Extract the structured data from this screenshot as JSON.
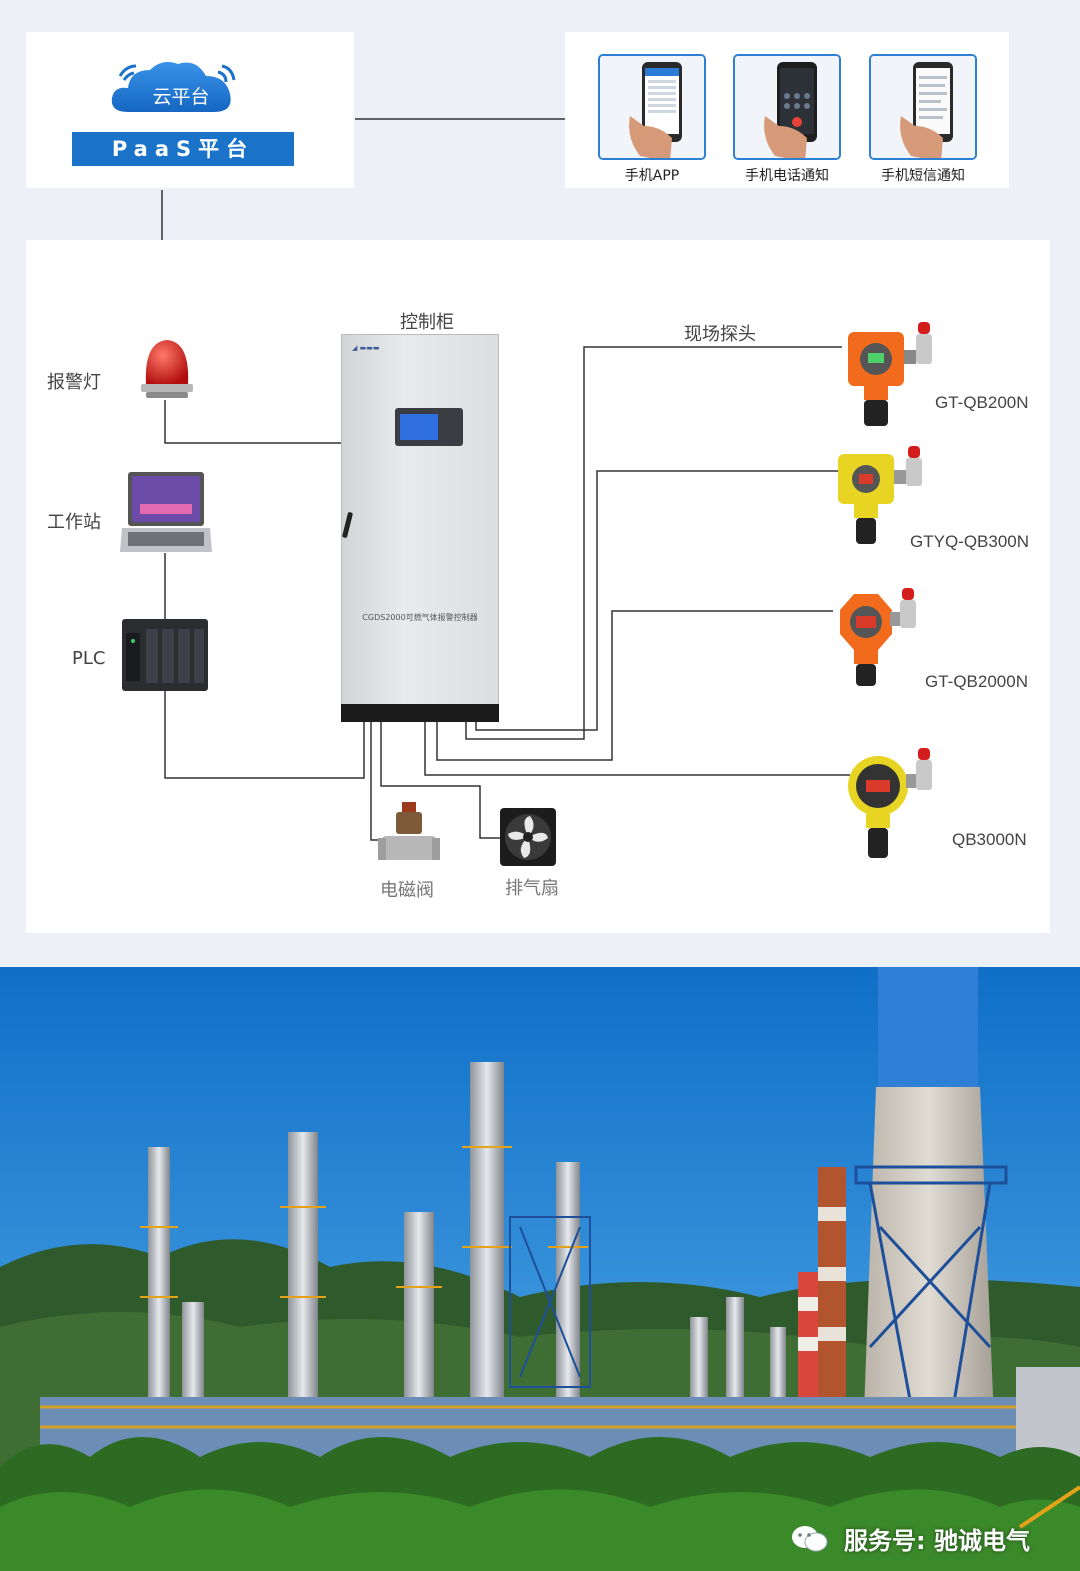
{
  "cloud": {
    "cloud_label": "云平台",
    "paas_label": "PaaS平台"
  },
  "mobile": {
    "items": [
      {
        "label": "手机APP",
        "icon": "phone-app-icon"
      },
      {
        "label": "手机电话通知",
        "icon": "phone-call-icon"
      },
      {
        "label": "手机短信通知",
        "icon": "phone-sms-icon"
      }
    ]
  },
  "diagram": {
    "cabinet_title": "控制柜",
    "cabinet_model": "CGDS2000可燃气体报警控制器",
    "probes_title": "现场探头",
    "left_devices": [
      {
        "label": "报警灯",
        "icon": "alarm-light-icon"
      },
      {
        "label": "工作站",
        "icon": "workstation-laptop-icon"
      },
      {
        "label": "PLC",
        "icon": "plc-icon"
      }
    ],
    "bottom_devices": [
      {
        "label": "电磁阀",
        "icon": "solenoid-valve-icon"
      },
      {
        "label": "排气扇",
        "icon": "exhaust-fan-icon"
      }
    ],
    "probes": [
      {
        "model": "GT-QB200N",
        "color": "#f26b1d"
      },
      {
        "model": "GTYQ-QB300N",
        "color": "#e8d422"
      },
      {
        "model": "GT-QB2000N",
        "color": "#f26b1d"
      },
      {
        "model": "QB3000N",
        "color": "#e8d422"
      }
    ],
    "line_color": "#333333"
  },
  "photo": {
    "watermark": "服务号: 驰诚电气"
  }
}
